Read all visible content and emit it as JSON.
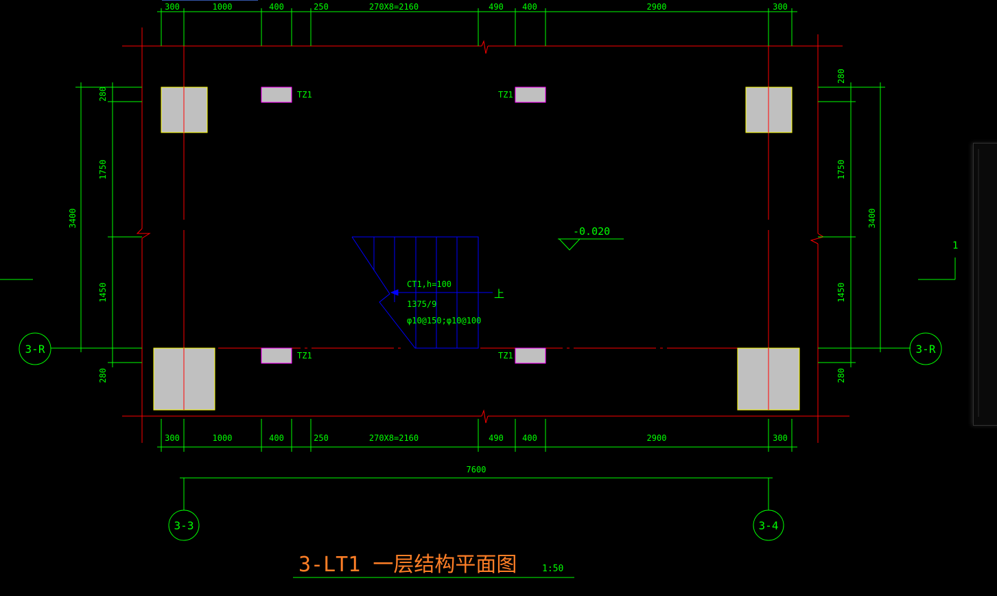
{
  "drawing": {
    "title": "3-LT1 一层结构平面图",
    "scale": "1:50",
    "level": "-0.020",
    "up_label": "上"
  },
  "dims_top": [
    "300",
    "1000",
    "400",
    "250",
    "270X8=2160",
    "490",
    "400",
    "2900",
    "300"
  ],
  "dims_bottom": [
    "300",
    "1000",
    "400",
    "250",
    "270X8=2160",
    "490",
    "400",
    "2900",
    "300"
  ],
  "dim_total_x": "7600",
  "dims_left": [
    "280",
    "1750",
    "1450",
    "280"
  ],
  "dim_total_y": "3400",
  "dims_right": [
    "280",
    "1750",
    "1450",
    "280"
  ],
  "axes": {
    "row_left": "3-R",
    "row_right": "3-R",
    "col_left": "3-3",
    "col_right": "3-4"
  },
  "column_labels": [
    "TZ1",
    "TZ1",
    "TZ1",
    "TZ1"
  ],
  "stair": {
    "code": "CT1,h=100",
    "steps": "1375/9",
    "rebar": "φ10@150;φ10@100"
  },
  "side_marker": "1",
  "colors": {
    "background": "#000000",
    "axis_line": "#ff0000",
    "dimension": "#00ff00",
    "column_fill": "#c0c0c0",
    "column_edge": "#ffff00",
    "tz_edge": "#ff00ff",
    "stair": "#0000ff",
    "title": "#ff7f27",
    "text": "#00ff00"
  }
}
